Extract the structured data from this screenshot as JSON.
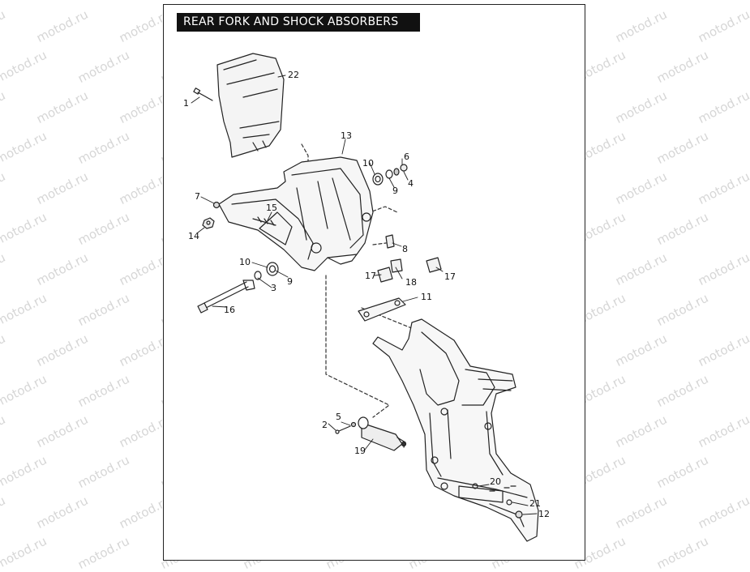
{
  "title": "REAR FORK AND SHOCK ABSORBERS",
  "watermark": "motod.ru",
  "callouts": {
    "c1": "1",
    "c2": "2",
    "c3": "3",
    "c4": "4",
    "c5": "5",
    "c6": "6",
    "c7": "7",
    "c8": "8",
    "c9a": "9",
    "c9b": "9",
    "c10a": "10",
    "c10b": "10",
    "c11": "11",
    "c12": "12",
    "c13": "13",
    "c14": "14",
    "c15": "15",
    "c16": "16",
    "c17a": "17",
    "c17b": "17",
    "c18": "18",
    "c19": "19",
    "c20": "20",
    "c21": "21",
    "c22": "22"
  }
}
